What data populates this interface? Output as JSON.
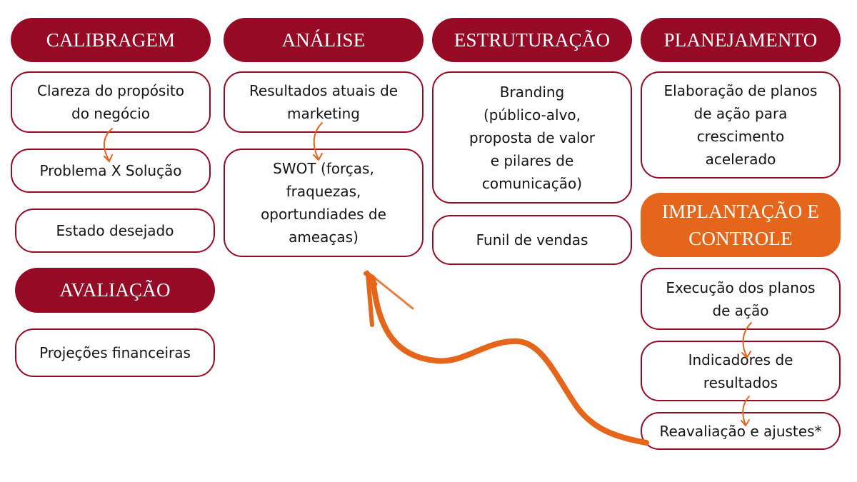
{
  "colors": {
    "header": "#970a25",
    "header_highlight": "#e5651a",
    "box_border": "#970a25",
    "arrow": "#e5651a"
  },
  "columns": [
    {
      "header": "CALIBRAGEM",
      "items": [
        "Clareza do propósito\ndo negócio",
        "Problema X Solução",
        "Estado desejado"
      ]
    },
    {
      "header": "ANÁLISE",
      "items": [
        "Resultados atuais de\nmarketing",
        "SWOT (forças,\nfraquezas,\noportundiades de\nameaças)"
      ]
    },
    {
      "header": "ESTRUTURAÇÃO",
      "items": [
        "Branding\n(público-alvo,\nproposta de valor\ne pilares de\ncomunicação)",
        "Funil de vendas"
      ]
    },
    {
      "header": "PLANEJAMENTO",
      "items": [
        "Elaboração de planos\nde ação para\ncrescimento\nacelerado"
      ]
    }
  ],
  "evaluation": {
    "header": "AVALIAÇÃO",
    "items": [
      "Projeções financeiras"
    ]
  },
  "implementation": {
    "header": "IMPLANTAÇÃO E\nCONTROLE",
    "items": [
      "Execução dos planos\nde ação",
      "Indicadores de\nresultados",
      "Reavaliação e ajustes*"
    ]
  }
}
